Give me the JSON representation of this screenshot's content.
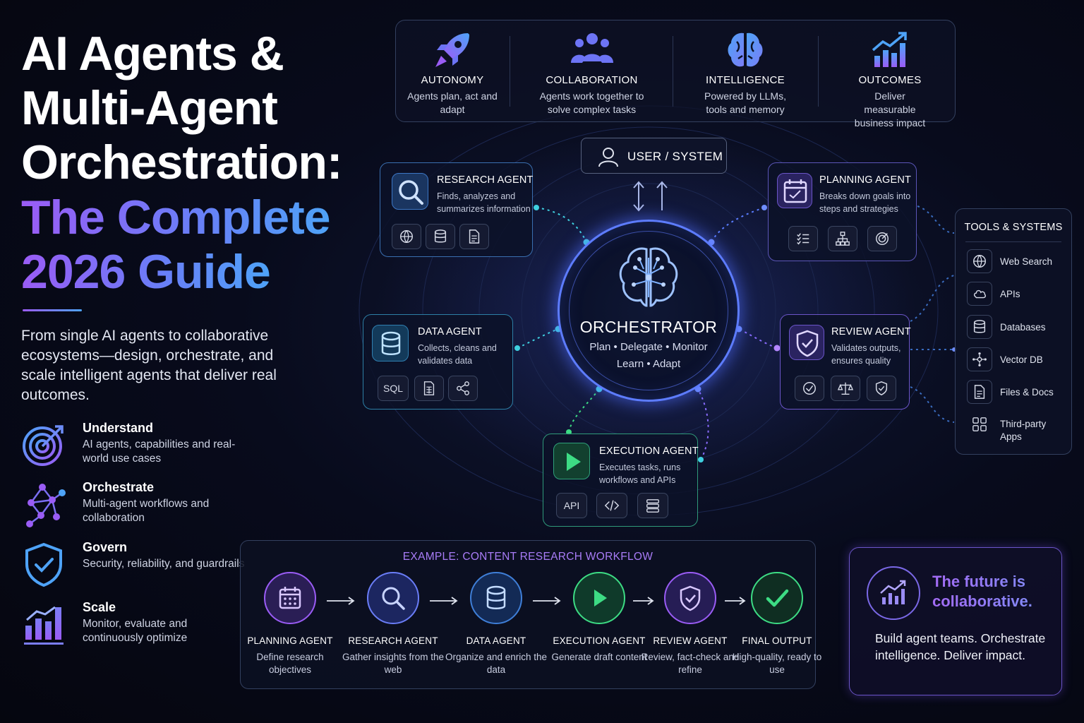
{
  "title": {
    "line1": "AI Agents &",
    "line2": "Multi-Agent",
    "line3": "Orchestration:",
    "line4": "The Complete",
    "line5": "2026 Guide"
  },
  "intro": "From single AI agents to collaborative ecosystems—design, orchestrate, and scale intelligent agents that deliver real outcomes.",
  "pillars": [
    {
      "title": "Understand",
      "desc": "AI agents, capabilities and real-world use cases",
      "icon": "target-icon"
    },
    {
      "title": "Orchestrate",
      "desc": "Multi-agent workflows and collaboration",
      "icon": "network-icon"
    },
    {
      "title": "Govern",
      "desc": "Security, reliability, and guardrails",
      "icon": "shield-check-icon"
    },
    {
      "title": "Scale",
      "desc": "Monitor, evaluate and continuously optimize",
      "icon": "bar-chart-icon"
    }
  ],
  "banner": [
    {
      "title": "AUTONOMY",
      "desc": "Agents plan, act and adapt",
      "icon": "rocket-icon"
    },
    {
      "title": "COLLABORATION",
      "desc": "Agents work together to solve complex tasks",
      "icon": "team-icon"
    },
    {
      "title": "INTELLIGENCE",
      "desc": "Powered by LLMs, tools and memory",
      "icon": "brain-icon"
    },
    {
      "title": "OUTCOMES",
      "desc": "Deliver measurable business impact",
      "icon": "growth-chart-icon"
    }
  ],
  "user_system": "USER / SYSTEM",
  "orchestrator": {
    "title": "ORCHESTRATOR",
    "line1": "Plan • Delegate • Monitor",
    "line2": "Learn • Adapt"
  },
  "agents": {
    "research": {
      "title": "RESEARCH AGENT",
      "desc": "Finds, analyzes and summarizes information"
    },
    "planning": {
      "title": "PLANNING AGENT",
      "desc": "Breaks down goals into steps and strategies"
    },
    "data": {
      "title": "DATA AGENT",
      "desc": "Collects, cleans and validates data",
      "chip_sql": "SQL"
    },
    "review": {
      "title": "REVIEW AGENT",
      "desc": "Validates outputs, ensures quality"
    },
    "execution": {
      "title": "EXECUTION AGENT",
      "desc": "Executes tasks, runs workflows and APIs",
      "chip_api": "API"
    }
  },
  "tools": {
    "title": "TOOLS & SYSTEMS",
    "items": [
      {
        "label": "Web Search",
        "icon": "globe-icon"
      },
      {
        "label": "APIs",
        "icon": "cloud-icon"
      },
      {
        "label": "Databases",
        "icon": "database-icon"
      },
      {
        "label": "Vector DB",
        "icon": "vector-icon"
      },
      {
        "label": "Files & Docs",
        "icon": "file-icon"
      },
      {
        "label": "Third-party Apps",
        "icon": "apps-grid-icon"
      }
    ]
  },
  "workflow": {
    "title": "EXAMPLE: CONTENT RESEARCH WORKFLOW",
    "steps": [
      {
        "title": "PLANNING AGENT",
        "desc": "Define research objectives"
      },
      {
        "title": "RESEARCH AGENT",
        "desc": "Gather insights from the web"
      },
      {
        "title": "DATA AGENT",
        "desc": "Organize and enrich the data"
      },
      {
        "title": "EXECUTION AGENT",
        "desc": "Generate draft content"
      },
      {
        "title": "REVIEW AGENT",
        "desc": "Review, fact-check and refine"
      },
      {
        "title": "FINAL OUTPUT",
        "desc": "High-quality, ready to use"
      }
    ]
  },
  "future": {
    "headline": "The future is collaborative.",
    "body": "Build agent teams. Orchestrate intelligence. Deliver impact."
  },
  "colors": {
    "purple": "#9a5cf5",
    "blue": "#4ea3f8",
    "cyan": "#3fd0e0",
    "green": "#3ddc84",
    "background": "#05060f"
  }
}
